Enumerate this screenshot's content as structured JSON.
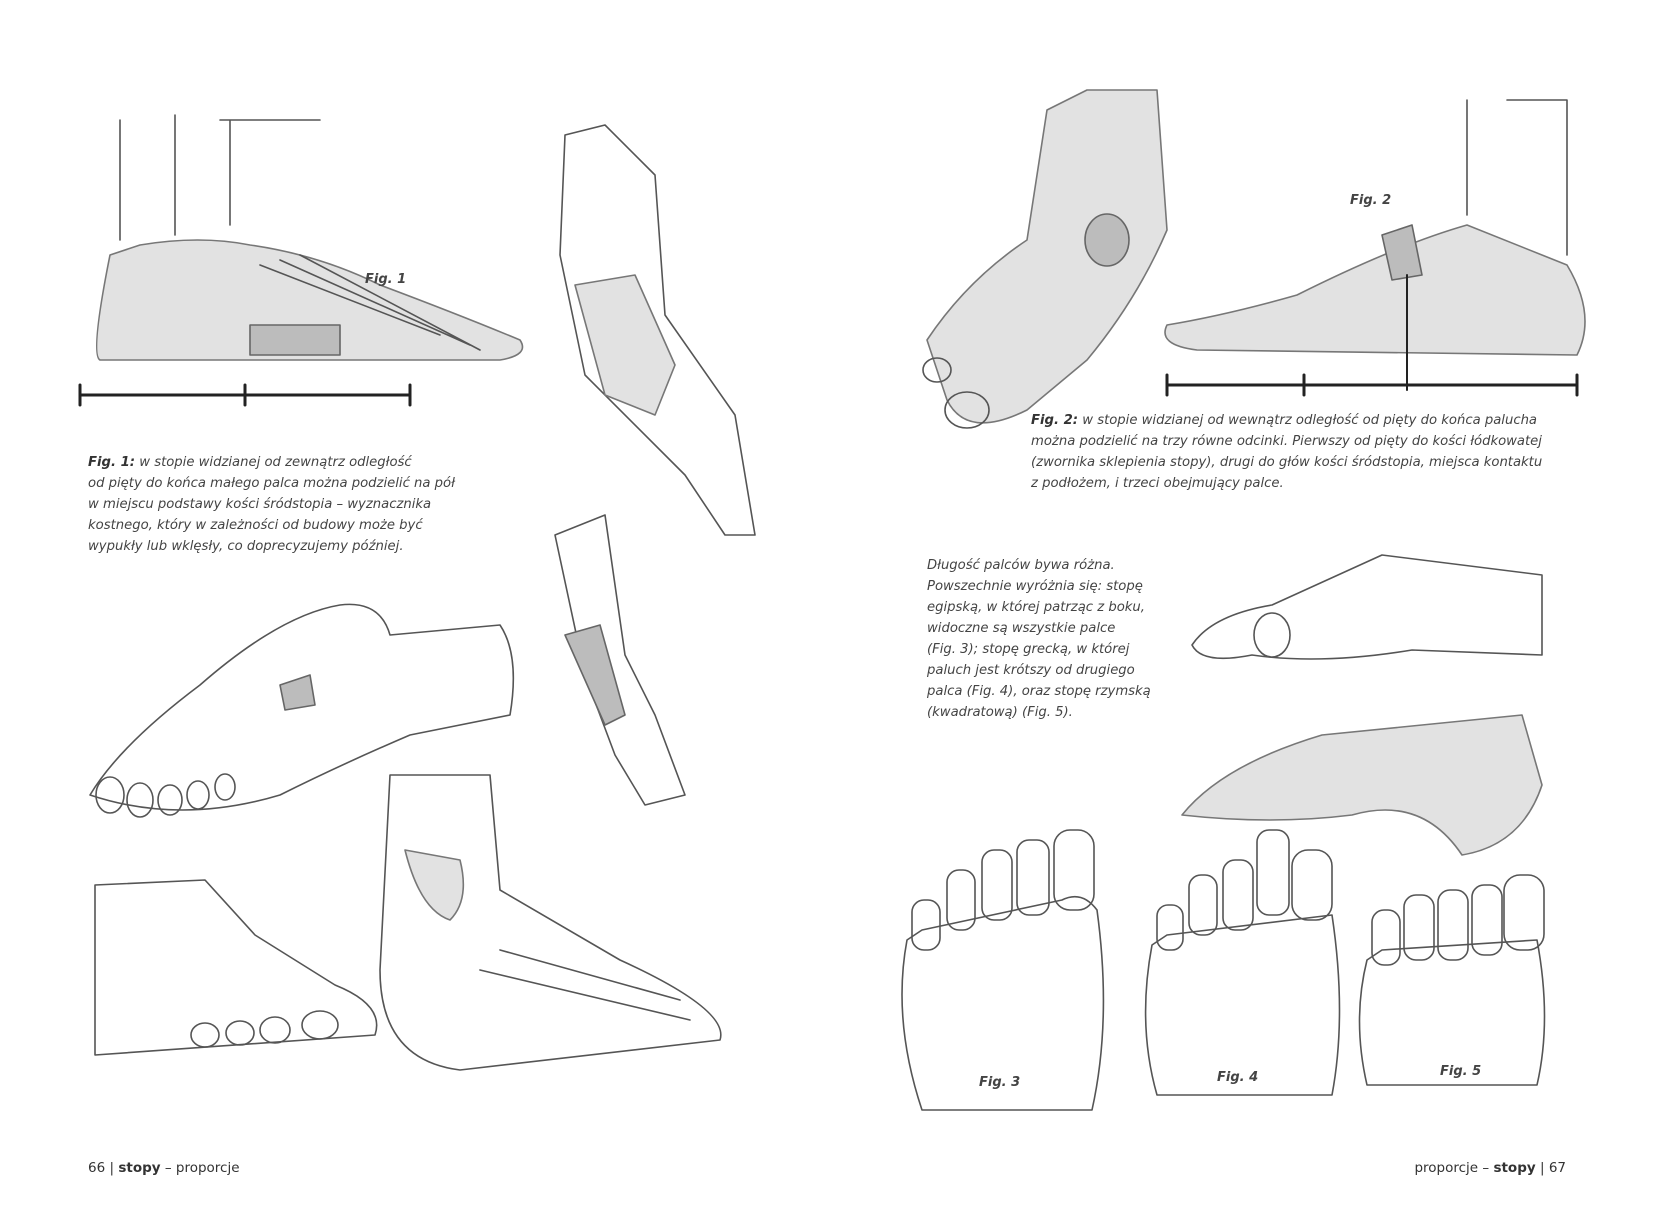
{
  "left_page": {
    "fig1_label": "Fig. 1",
    "fig1_caption": {
      "lead": "Fig. 1:",
      "lines": [
        " w stopie widzianej od zewnątrz odległość",
        "od pięty do końca małego palca można podzielić na pół",
        "w miejscu podstawy kości śródstopia – wyznacznika",
        "kostnego, który w zależności od budowy może być",
        "wypukły lub wklęsły, co doprecyzujemy później."
      ]
    },
    "footer": {
      "page_number": "66",
      "separator": " | ",
      "section": "stopy",
      "subsection": " – proporcje"
    }
  },
  "right_page": {
    "fig2_label": "Fig. 2",
    "fig2_caption": {
      "lead": "Fig. 2:",
      "lines": [
        " w stopie widzianej od wewnątrz odległość od pięty do końca palucha",
        "można podzielić na trzy równe odcinki. Pierwszy od pięty do kości łódkowatej",
        "(zwornika sklepienia stopy), drugi do głów kości śródstopia, miejsca kontaktu",
        "z podłożem, i trzeci obejmujący palce."
      ]
    },
    "toes_text": [
      "Długość palców bywa różna.",
      "Powszechnie wyróżnia się: stopę",
      "egipską, w której patrząc z boku,",
      "widoczne są wszystkie palce",
      "(Fig. 3); stopę grecką, w której",
      "paluch jest krótszy od drugiego",
      "palca (Fig. 4), oraz stopę rzymską",
      "(kwadratową) (Fig. 5)."
    ],
    "fig3_label": "Fig. 3",
    "fig4_label": "Fig. 4",
    "fig5_label": "Fig. 5",
    "footer": {
      "subsection": "proporcje – ",
      "section": "stopy",
      "separator": " | ",
      "page_number": "67"
    }
  }
}
